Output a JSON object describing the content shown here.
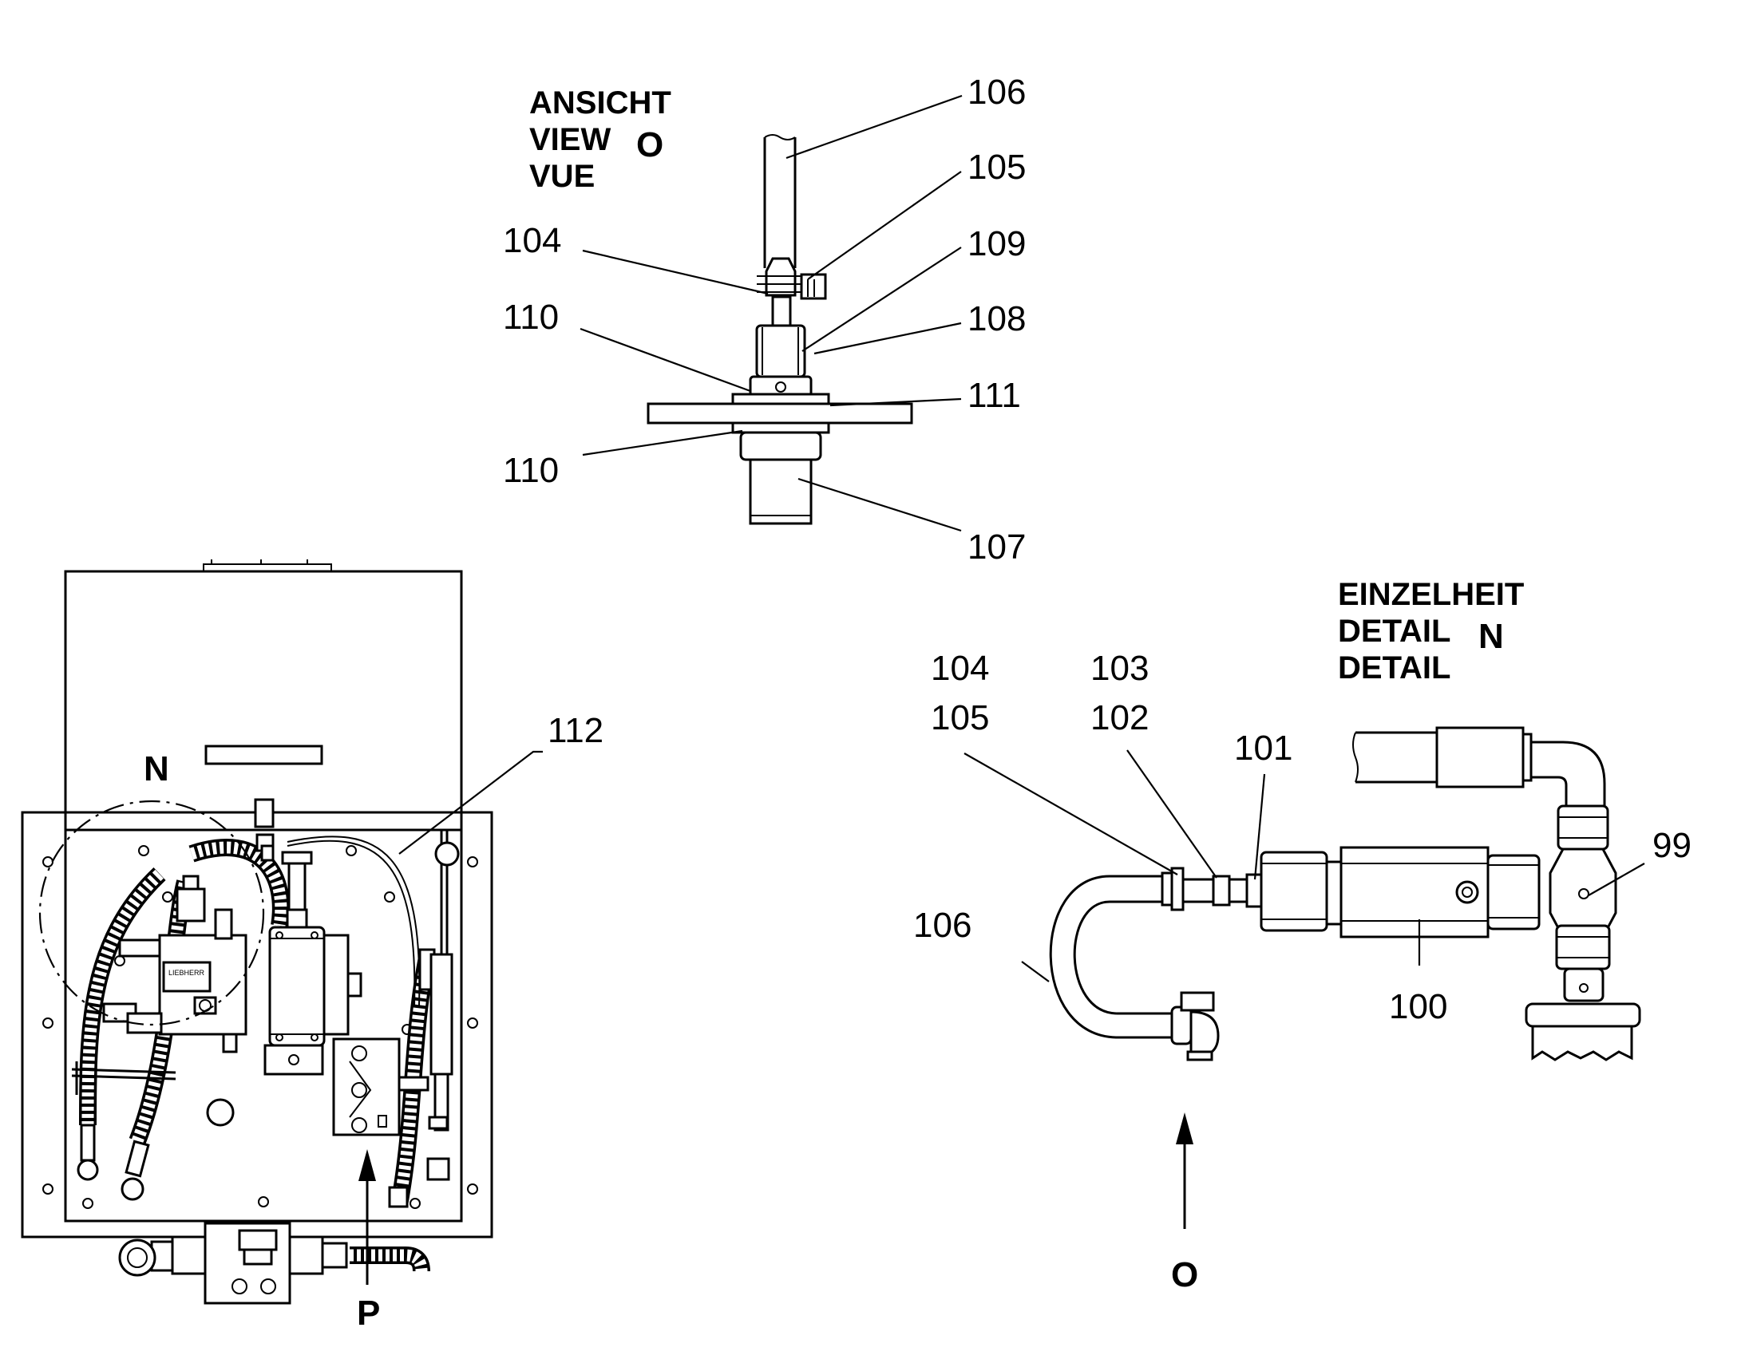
{
  "view_o": {
    "title_de": "ANSICHT",
    "title_en": "VIEW",
    "title_fr": "VUE",
    "letter": "O",
    "labels": {
      "p106": "106",
      "p105": "105",
      "p104": "104",
      "p109": "109",
      "p110a": "110",
      "p108": "108",
      "p111": "111",
      "p110b": "110",
      "p107": "107"
    }
  },
  "main_view": {
    "label_n": "N",
    "label_112": "112",
    "label_p": "P",
    "brand_plate": "LIEBHERR"
  },
  "detail_n": {
    "title_de": "EINZELHEIT",
    "title_en": "DETAIL",
    "title_fr": "DETAIL",
    "letter": "N",
    "labels": {
      "p104": "104",
      "p103": "103",
      "p105": "105",
      "p102": "102",
      "p101": "101",
      "p99": "99",
      "p106": "106",
      "p100": "100"
    },
    "arrow_label": "O"
  }
}
